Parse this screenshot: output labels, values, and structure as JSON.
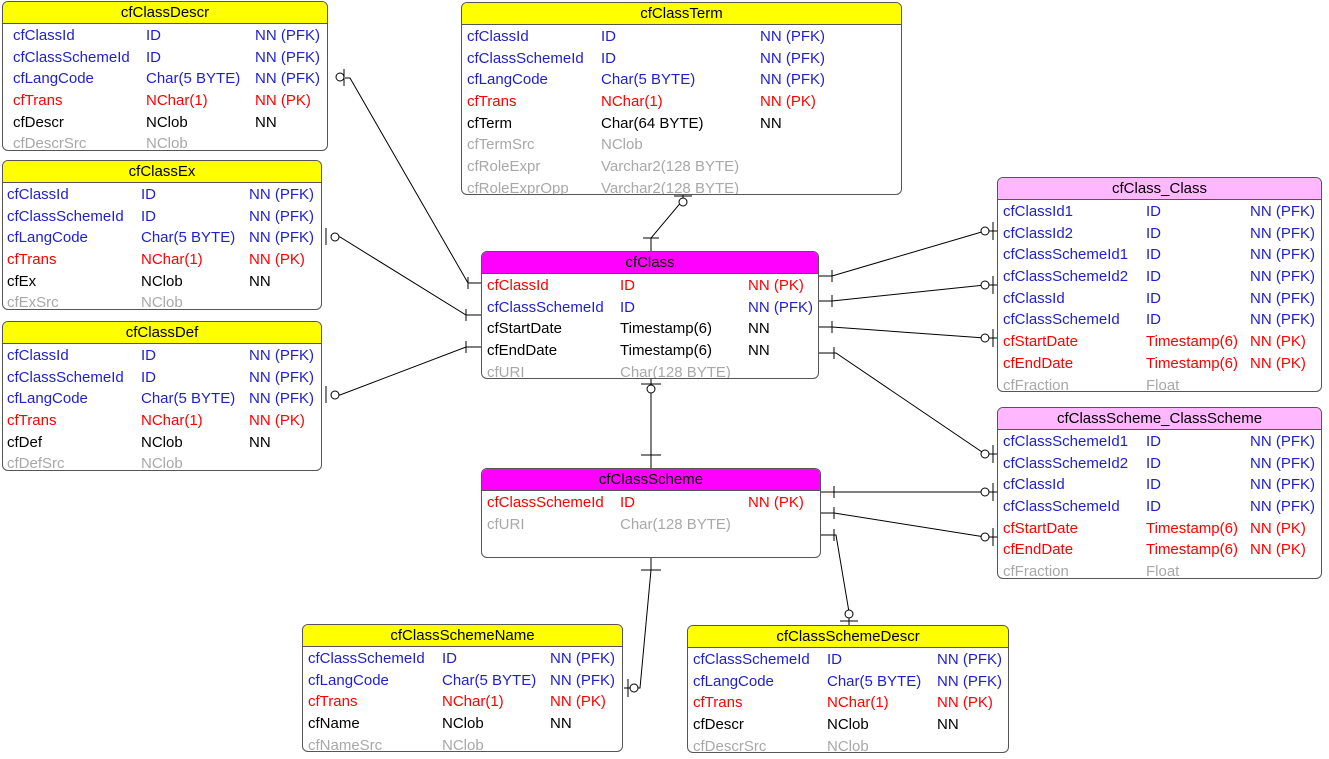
{
  "colors": {
    "fk": "#1f1fd0",
    "pk": "#ff0000",
    "mandatory": "#000000",
    "optional": "#a8a8a8",
    "header_yellow": "#ffff00",
    "header_magenta": "#ff00ff",
    "header_pink": "#ffb8ff"
  },
  "entities": {
    "cfClassDescr": {
      "name": "cfClassDescr",
      "columns": [
        {
          "name": "cfClassId",
          "type": "ID",
          "constraint": "NN (PFK)",
          "kind": "fk"
        },
        {
          "name": "cfClassSchemeId",
          "type": "ID",
          "constraint": "NN (PFK)",
          "kind": "fk"
        },
        {
          "name": "cfLangCode",
          "type": "Char(5 BYTE)",
          "constraint": "NN (PFK)",
          "kind": "fk"
        },
        {
          "name": "cfTrans",
          "type": "NChar(1)",
          "constraint": "NN (PK)",
          "kind": "pk"
        },
        {
          "name": "cfDescr",
          "type": "NClob",
          "constraint": "NN",
          "kind": "nn"
        },
        {
          "name": "cfDescrSrc",
          "type": "NClob",
          "constraint": "",
          "kind": "opt"
        }
      ]
    },
    "cfClassEx": {
      "name": "cfClassEx",
      "columns": [
        {
          "name": "cfClassId",
          "type": "ID",
          "constraint": "NN (PFK)",
          "kind": "fk"
        },
        {
          "name": "cfClassSchemeId",
          "type": "ID",
          "constraint": "NN (PFK)",
          "kind": "fk"
        },
        {
          "name": "cfLangCode",
          "type": "Char(5 BYTE)",
          "constraint": "NN (PFK)",
          "kind": "fk"
        },
        {
          "name": "cfTrans",
          "type": "NChar(1)",
          "constraint": "NN (PK)",
          "kind": "pk"
        },
        {
          "name": "cfEx",
          "type": "NClob",
          "constraint": "NN",
          "kind": "nn"
        },
        {
          "name": "cfExSrc",
          "type": "NClob",
          "constraint": "",
          "kind": "opt"
        }
      ]
    },
    "cfClassDef": {
      "name": "cfClassDef",
      "columns": [
        {
          "name": "cfClassId",
          "type": "ID",
          "constraint": "NN (PFK)",
          "kind": "fk"
        },
        {
          "name": "cfClassSchemeId",
          "type": "ID",
          "constraint": "NN (PFK)",
          "kind": "fk"
        },
        {
          "name": "cfLangCode",
          "type": "Char(5 BYTE)",
          "constraint": "NN (PFK)",
          "kind": "fk"
        },
        {
          "name": "cfTrans",
          "type": "NChar(1)",
          "constraint": "NN (PK)",
          "kind": "pk"
        },
        {
          "name": "cfDef",
          "type": "NClob",
          "constraint": "NN",
          "kind": "nn"
        },
        {
          "name": "cfDefSrc",
          "type": "NClob",
          "constraint": "",
          "kind": "opt"
        }
      ]
    },
    "cfClassTerm": {
      "name": "cfClassTerm",
      "columns": [
        {
          "name": "cfClassId",
          "type": "ID",
          "constraint": "NN (PFK)",
          "kind": "fk"
        },
        {
          "name": "cfClassSchemeId",
          "type": "ID",
          "constraint": "NN (PFK)",
          "kind": "fk"
        },
        {
          "name": "cfLangCode",
          "type": "Char(5 BYTE)",
          "constraint": "NN (PFK)",
          "kind": "fk"
        },
        {
          "name": "cfTrans",
          "type": "NChar(1)",
          "constraint": "NN (PK)",
          "kind": "pk"
        },
        {
          "name": "cfTerm",
          "type": "Char(64 BYTE)",
          "constraint": "NN",
          "kind": "nn"
        },
        {
          "name": "cfTermSrc",
          "type": "NClob",
          "constraint": "",
          "kind": "opt"
        },
        {
          "name": "cfRoleExpr",
          "type": "Varchar2(128 BYTE)",
          "constraint": "",
          "kind": "opt"
        },
        {
          "name": "cfRoleExprOpp",
          "type": "Varchar2(128 BYTE)",
          "constraint": "",
          "kind": "opt"
        }
      ]
    },
    "cfClass": {
      "name": "cfClass",
      "columns": [
        {
          "name": "cfClassId",
          "type": "ID",
          "constraint": "NN (PK)",
          "kind": "pk"
        },
        {
          "name": "cfClassSchemeId",
          "type": "ID",
          "constraint": "NN (PFK)",
          "kind": "fk"
        },
        {
          "name": "cfStartDate",
          "type": "Timestamp(6)",
          "constraint": "NN",
          "kind": "nn"
        },
        {
          "name": "cfEndDate",
          "type": "Timestamp(6)",
          "constraint": "NN",
          "kind": "nn"
        },
        {
          "name": "cfURI",
          "type": "Char(128 BYTE)",
          "constraint": "",
          "kind": "opt"
        }
      ]
    },
    "cfClassScheme": {
      "name": "cfClassScheme",
      "columns": [
        {
          "name": "cfClassSchemeId",
          "type": "ID",
          "constraint": "NN (PK)",
          "kind": "pk"
        },
        {
          "name": "cfURI",
          "type": "Char(128 BYTE)",
          "constraint": "",
          "kind": "opt"
        }
      ]
    },
    "cfClass_Class": {
      "name": "cfClass_Class",
      "columns": [
        {
          "name": "cfClassId1",
          "type": "ID",
          "constraint": "NN (PFK)",
          "kind": "fk"
        },
        {
          "name": "cfClassId2",
          "type": "ID",
          "constraint": "NN (PFK)",
          "kind": "fk"
        },
        {
          "name": "cfClassSchemeId1",
          "type": "ID",
          "constraint": "NN (PFK)",
          "kind": "fk"
        },
        {
          "name": "cfClassSchemeId2",
          "type": "ID",
          "constraint": "NN (PFK)",
          "kind": "fk"
        },
        {
          "name": "cfClassId",
          "type": "ID",
          "constraint": "NN (PFK)",
          "kind": "fk"
        },
        {
          "name": "cfClassSchemeId",
          "type": "ID",
          "constraint": "NN (PFK)",
          "kind": "fk"
        },
        {
          "name": "cfStartDate",
          "type": "Timestamp(6)",
          "constraint": "NN (PK)",
          "kind": "pk"
        },
        {
          "name": "cfEndDate",
          "type": "Timestamp(6)",
          "constraint": "NN (PK)",
          "kind": "pk"
        },
        {
          "name": "cfFraction",
          "type": "Float",
          "constraint": "",
          "kind": "opt"
        }
      ]
    },
    "cfClassScheme_ClassScheme": {
      "name": "cfClassScheme_ClassScheme",
      "columns": [
        {
          "name": "cfClassSchemeId1",
          "type": "ID",
          "constraint": "NN (PFK)",
          "kind": "fk"
        },
        {
          "name": "cfClassSchemeId2",
          "type": "ID",
          "constraint": "NN (PFK)",
          "kind": "fk"
        },
        {
          "name": "cfClassId",
          "type": "ID",
          "constraint": "NN (PFK)",
          "kind": "fk"
        },
        {
          "name": "cfClassSchemeId",
          "type": "ID",
          "constraint": "NN (PFK)",
          "kind": "fk"
        },
        {
          "name": "cfStartDate",
          "type": "Timestamp(6)",
          "constraint": "NN (PK)",
          "kind": "pk"
        },
        {
          "name": "cfEndDate",
          "type": "Timestamp(6)",
          "constraint": "NN (PK)",
          "kind": "pk"
        },
        {
          "name": "cfFraction",
          "type": "Float",
          "constraint": "",
          "kind": "opt"
        }
      ]
    },
    "cfClassSchemeName": {
      "name": "cfClassSchemeName",
      "columns": [
        {
          "name": "cfClassSchemeId",
          "type": "ID",
          "constraint": "NN (PFK)",
          "kind": "fk"
        },
        {
          "name": "cfLangCode",
          "type": "Char(5 BYTE)",
          "constraint": "NN (PFK)",
          "kind": "fk"
        },
        {
          "name": "cfTrans",
          "type": "NChar(1)",
          "constraint": "NN (PK)",
          "kind": "pk"
        },
        {
          "name": "cfName",
          "type": "NClob",
          "constraint": "NN",
          "kind": "nn"
        },
        {
          "name": "cfNameSrc",
          "type": "NClob",
          "constraint": "",
          "kind": "opt"
        }
      ]
    },
    "cfClassSchemeDescr": {
      "name": "cfClassSchemeDescr",
      "columns": [
        {
          "name": "cfClassSchemeId",
          "type": "ID",
          "constraint": "NN (PFK)",
          "kind": "fk"
        },
        {
          "name": "cfLangCode",
          "type": "Char(5 BYTE)",
          "constraint": "NN (PFK)",
          "kind": "fk"
        },
        {
          "name": "cfTrans",
          "type": "NChar(1)",
          "constraint": "NN (PK)",
          "kind": "pk"
        },
        {
          "name": "cfDescr",
          "type": "NClob",
          "constraint": "NN",
          "kind": "nn"
        },
        {
          "name": "cfDescrSrc",
          "type": "NClob",
          "constraint": "",
          "kind": "opt"
        }
      ]
    }
  }
}
